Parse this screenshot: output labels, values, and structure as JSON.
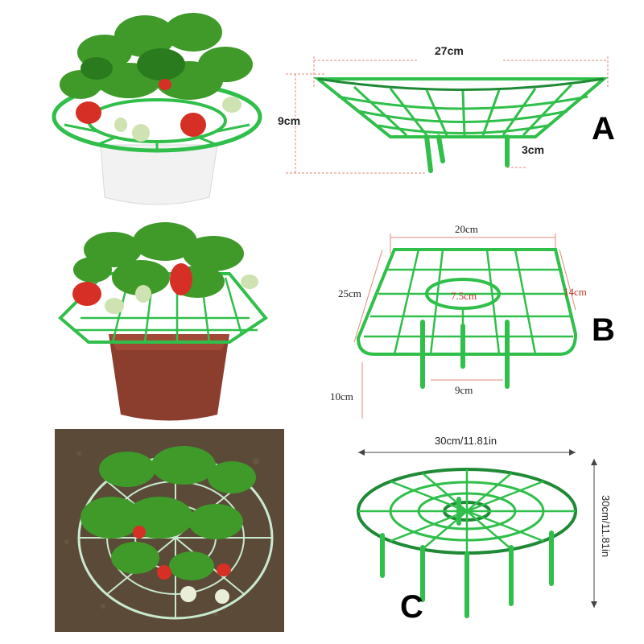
{
  "colors": {
    "frame_green": "#2fbf4a",
    "frame_dark": "#1f8a36",
    "dim_line": "#e08a7a",
    "pot_white": "#f2f2f2",
    "pot_brown": "#8b3d2e",
    "soil": "#5b4a38",
    "leaf": "#3f9a2a",
    "berry": "#d62f25"
  },
  "icons": [
    "strawberry-plant-icon",
    "white-pot-icon",
    "brown-pot-icon",
    "soil-bed-icon"
  ],
  "product_a": {
    "letter": "A",
    "width": "27cm",
    "height": "9cm",
    "leg": "3cm"
  },
  "product_b": {
    "letter": "B",
    "top_width": "20cm",
    "side_depth": "25cm",
    "inner_right": "14cm",
    "center_hole": "7.5cm",
    "leg_span": "9cm",
    "height": "10cm"
  },
  "product_c": {
    "letter": "C",
    "width": "30cm/11.81in",
    "depth": "30cm/11.81in"
  }
}
